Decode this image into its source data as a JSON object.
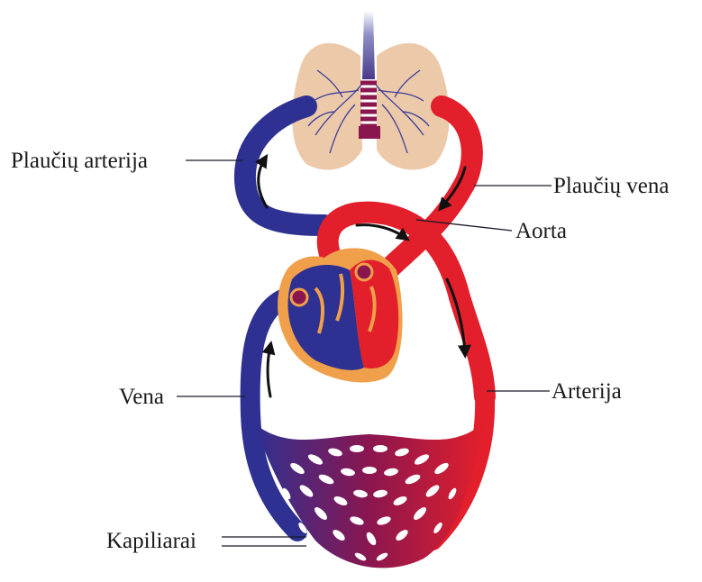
{
  "labels": {
    "pulmonary_artery": "Plaučių arterija",
    "pulmonary_vein": "Plaučių vena",
    "aorta": "Aorta",
    "vein": "Vena",
    "artery": "Arterija",
    "capillaries": "Kapiliarai"
  },
  "colors": {
    "oxygenated": "#e21f2b",
    "deoxygenated": "#2e3192",
    "lung_tissue": "#ecc9a8",
    "heart_outer": "#f0a04b",
    "capillary_mix": "#8a1650"
  }
}
